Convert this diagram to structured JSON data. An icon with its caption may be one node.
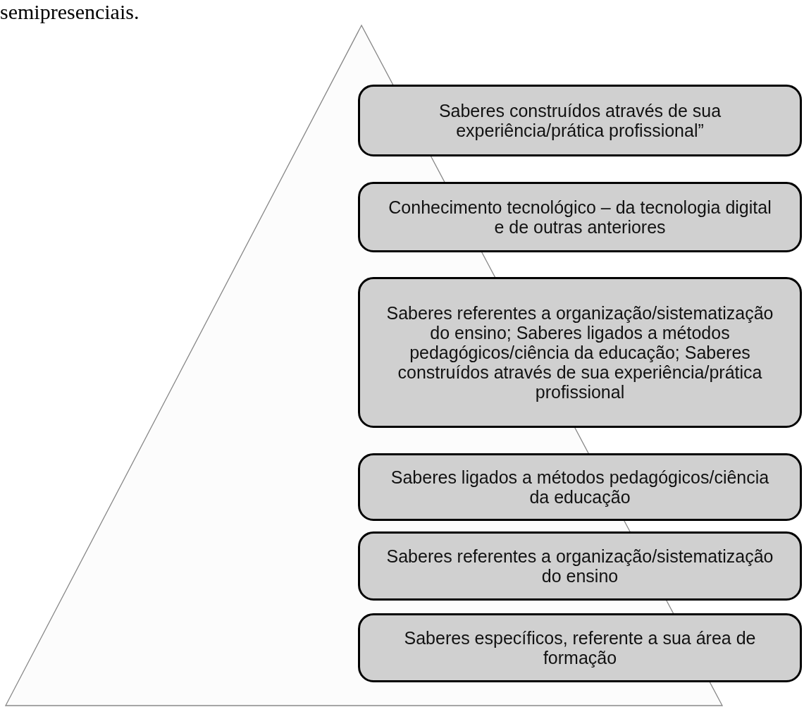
{
  "diagram": {
    "nodes": [
      {
        "text": [
          "Saberes construídos através de sua experiência/prática profissional”"
        ]
      },
      {
        "text": [
          "Conhecimento tecnológico – da tecnologia digital e de outras anteriores"
        ]
      },
      {
        "text": [
          "Saberes referentes a organização/sistematização do ensino; Saberes ligados a métodos pedagógicos/ciência da educação; Saberes construídos através de sua experiência/prática profissional"
        ]
      },
      {
        "text": [
          "Saberes ligados a métodos pedagógicos/ciência da educação"
        ]
      },
      {
        "text": [
          "Saberes referentes a organização/sistematização do ensino"
        ]
      },
      {
        "text": [
          "Saberes específicos, referente a sua área de formação"
        ]
      }
    ],
    "labels": [
      "semipresenciais."
    ]
  }
}
